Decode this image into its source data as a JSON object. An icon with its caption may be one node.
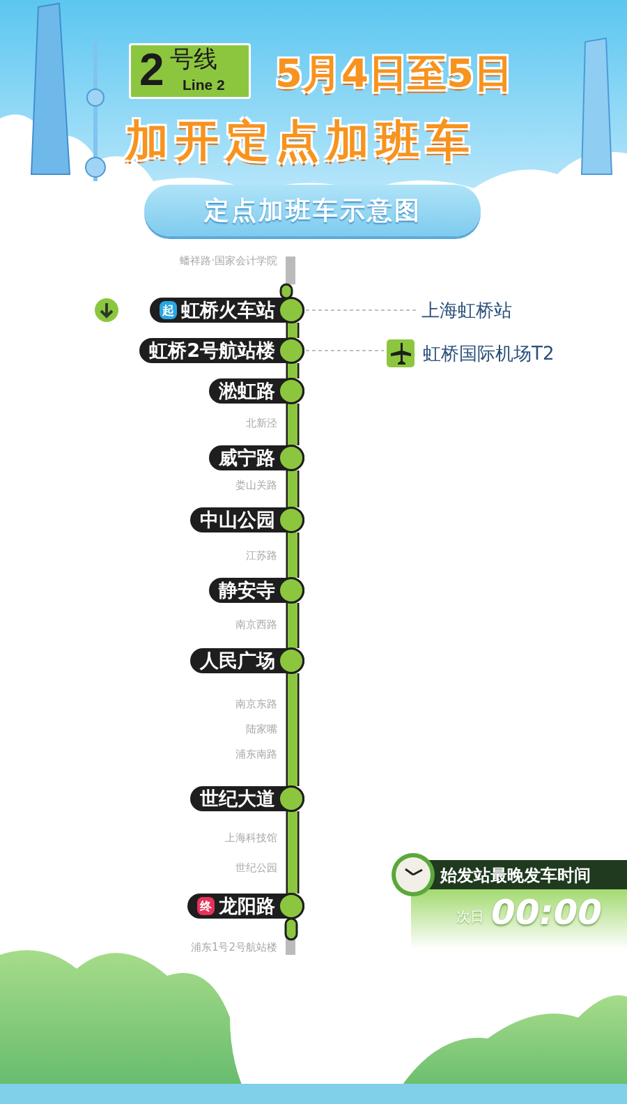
{
  "diagram": {
    "title": "加开定点加班车",
    "nodes": [
      {
        "text": [
          "起",
          "虹桥火车站"
        ]
      },
      {
        "text": [
          "虹桥2号航站楼"
        ]
      },
      {
        "text": [
          "淞虹路"
        ]
      },
      {
        "text": [
          "威宁路"
        ]
      },
      {
        "text": [
          "中山公园"
        ]
      },
      {
        "text": [
          "静安寺"
        ]
      },
      {
        "text": [
          "人民广场"
        ]
      },
      {
        "text": [
          "世纪大道"
        ]
      },
      {
        "text": [
          "终",
          "龙阳路"
        ]
      },
      {
        "text": [
          "上海虹桥站"
        ]
      },
      {
        "text": [
          "虹桥国际机场T2"
        ]
      },
      {
        "text": [
          "始发站最晚发车时间",
          "次日",
          "00:00"
        ]
      }
    ],
    "edges": [
      {
        "from": 0,
        "to": 1,
        "arrow": "none"
      },
      {
        "from": 1,
        "to": 2,
        "arrow": "none"
      },
      {
        "from": 2,
        "to": 3,
        "arrow": "none"
      },
      {
        "from": 3,
        "to": 4,
        "arrow": "none"
      },
      {
        "from": 4,
        "to": 5,
        "arrow": "none"
      },
      {
        "from": 5,
        "to": 6,
        "arrow": "none"
      },
      {
        "from": 6,
        "to": 7,
        "arrow": "none"
      },
      {
        "from": 7,
        "to": 8,
        "arrow": "none"
      },
      {
        "from": 0,
        "to": 9,
        "arrow": "none",
        "style": "dashed",
        "color": "#aaaaaa"
      },
      {
        "from": 1,
        "to": 10,
        "arrow": "none",
        "style": "dashed",
        "color": "#aaaaaa"
      }
    ],
    "labels": [
      "2号线",
      "Line 2",
      "5月4日至5日",
      "定点加班车示意图",
      "蟠祥路·国家会计学院",
      "北新泾",
      "娄山关路",
      "江苏路",
      "南京西路",
      "南京东路",
      "陆家嘴",
      "浦东南路",
      "上海科技馆",
      "世纪公园",
      "浦东1号2号航站楼"
    ]
  }
}
